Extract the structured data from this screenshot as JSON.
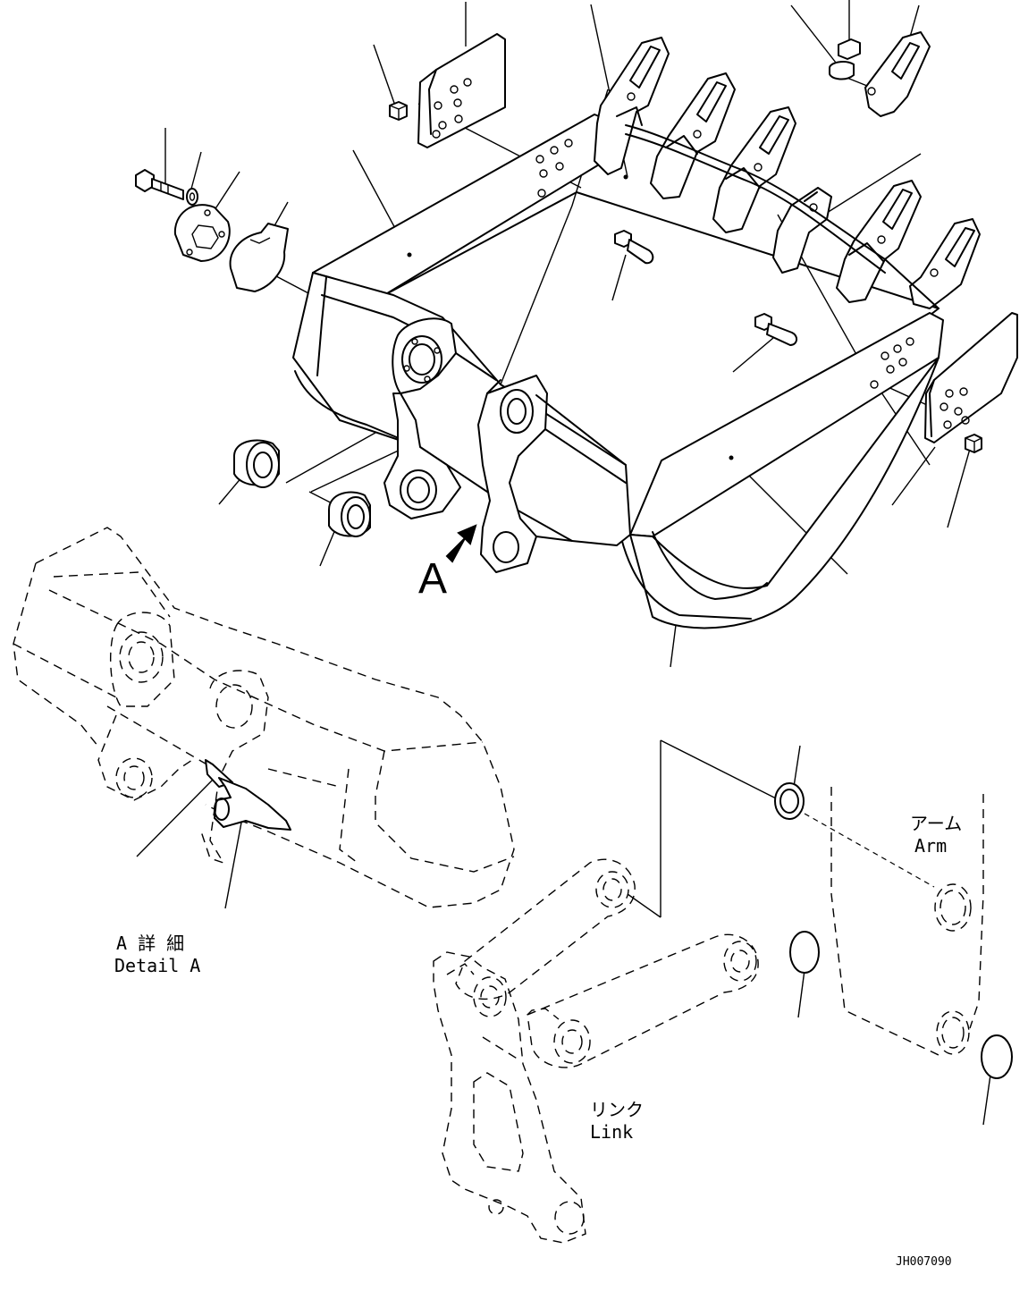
{
  "figure": {
    "view_marker": "A",
    "detail_label_jp": "A 詳 細",
    "detail_label_en": "Detail A",
    "arm_label_jp": "アーム",
    "arm_label_en": "Arm",
    "link_label_jp": "リンク",
    "link_label_en": "Link",
    "drawing_number": "JH007090"
  },
  "icons": {
    "view_arrow": "view-direction-arrow-icon"
  }
}
